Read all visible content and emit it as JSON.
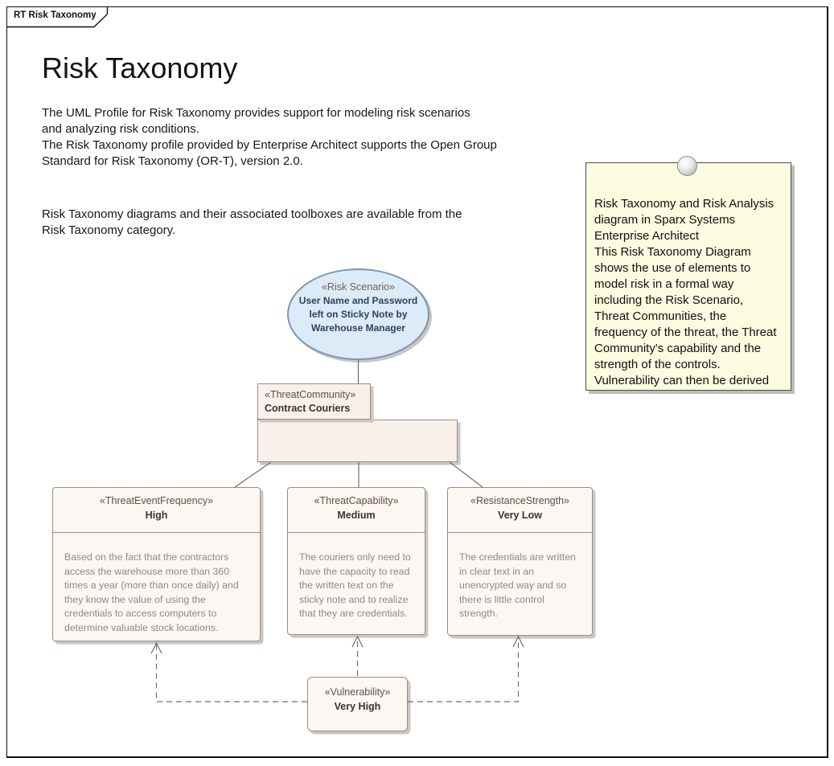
{
  "frame": {
    "tab_label": "RT Risk Taxonomy"
  },
  "header": {
    "title": "Risk Taxonomy"
  },
  "intro": {
    "paragraph1": "The UML Profile for Risk Taxonomy  provides support for modeling risk scenarios\nand analyzing risk conditions.\nThe Risk Taxonomy profile provided by Enterprise Architect supports the Open Group\nStandard for Risk Taxonomy (OR-T), version 2.0.",
    "paragraph2": "Risk Taxonomy diagrams and their associated toolboxes are available from the\nRisk Taxonomy category."
  },
  "note": {
    "text": "Risk Taxonomy and Risk Analysis\ndiagram in Sparx Systems\nEnterprise Architect\nThis Risk Taxonomy Diagram\nshows the use of elements to\nmodel risk in a formal way\nincluding the Risk Scenario,\nThreat Communities, the\nfrequency of the threat, the Threat\nCommunity's capability and the\nstrength of the controls.\nVulnerability can then be derived\nfrom these other factors."
  },
  "diagram": {
    "risk_scenario": {
      "stereotype": "«Risk Scenario»",
      "name": "User Name and Password left on Sticky Note by Warehouse Manager"
    },
    "threat_community": {
      "stereotype": "«ThreatCommunity»",
      "name": "Contract Couriers"
    },
    "threat_event_frequency": {
      "stereotype": "«ThreatEventFrequency»",
      "name": "High",
      "description": "Based on the fact that the contractors access the warehouse more than 360 times a year (more than once daily) and they know the value of using the credentials to access computers to determine valuable stock locations."
    },
    "threat_capability": {
      "stereotype": "«ThreatCapability»",
      "name": "Medium",
      "description": "The couriers only need to have the capacity to read the written text on the sticky note and to realize that they are credentials."
    },
    "resistance_strength": {
      "stereotype": "«ResistanceStrength»",
      "name": "Very Low",
      "description": "The credentials are written in clear text in an unencrypted way and so there is little control strength."
    },
    "vulnerability": {
      "stereotype": "«Vulnerability»",
      "name": "Very High"
    }
  },
  "colors": {
    "note_fill": "#fcfce1",
    "ellipse_fill": "#dcebf8",
    "ellipse_border": "#7e95ad",
    "element_fill": "#fcf7f2",
    "community_fill": "#faf0ea",
    "element_border": "#9a8d83",
    "stereotype_text": "#5d5148",
    "body_text": "#8a8a8a",
    "connector": "#6e6e6e",
    "shadow": "#c6c6c6"
  }
}
